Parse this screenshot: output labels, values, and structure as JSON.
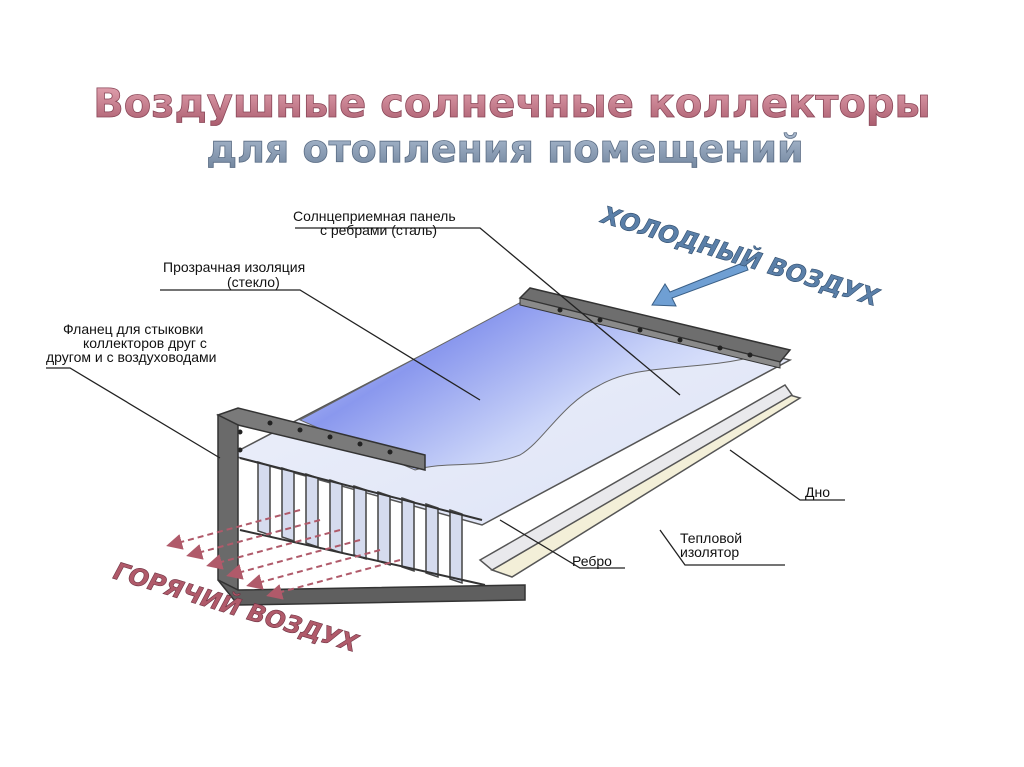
{
  "title": {
    "line1": "Воздушные солнечные коллекторы",
    "line2": "для отопления помещений",
    "line1_color": "#c97b8a",
    "line2_color": "#8c9db3"
  },
  "labels": {
    "absorber_line1": "Солнцеприемная панель",
    "absorber_line2": "с ребрами (сталь)",
    "glazing_line1": "Прозрачная изоляция",
    "glazing_line2": "(стекло)",
    "flange_line1": "Фланец для стыковки",
    "flange_line2": "коллекторов друг с",
    "flange_line3": "другом и с воздуховодами",
    "bottom": "Дно",
    "insulation_line1": "Тепловой",
    "insulation_line2": "изолятор",
    "rib": "Ребро"
  },
  "air": {
    "cold": "ХОЛОДНЫЙ ВОЗДУХ",
    "hot": "ГОРЯЧИЙ ВОЗДУХ",
    "cold_color": "#5a7fa8",
    "hot_color": "#b05a6a"
  },
  "colors": {
    "frame": "#707070",
    "glass": "#8f9fe8",
    "insulation": "#f2eedb"
  }
}
